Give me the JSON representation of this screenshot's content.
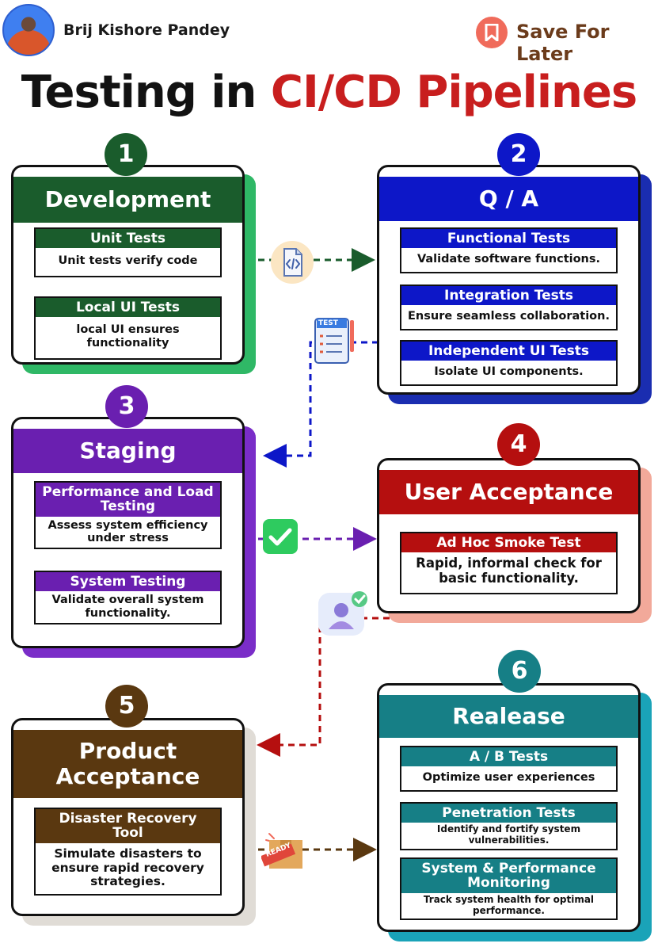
{
  "header": {
    "author": "Brij Kishore Pandey",
    "save_label": "Save For Later",
    "title_part1": "Testing in",
    "title_part2": "CI/CD Pipelines"
  },
  "stages": [
    {
      "number": "1",
      "title": "Development",
      "color": "#1a5c2c",
      "shadow": "#2fb866",
      "items": [
        {
          "title": "Unit Tests",
          "desc": "Unit tests verify code"
        },
        {
          "title": "Local UI Tests",
          "desc": "local UI ensures functionality"
        }
      ]
    },
    {
      "number": "2",
      "title": "Q / A",
      "color": "#0d17c8",
      "shadow": "#1a2db0",
      "items": [
        {
          "title": "Functional Tests",
          "desc": "Validate software functions."
        },
        {
          "title": "Integration Tests",
          "desc": "Ensure seamless collaboration."
        },
        {
          "title": "Independent UI Tests",
          "desc": "Isolate UI components."
        }
      ]
    },
    {
      "number": "3",
      "title": "Staging",
      "color": "#6a1fb0",
      "shadow": "#7a2dc8",
      "items": [
        {
          "title": "Performance and Load Testing",
          "desc": "Assess system efficiency under stress"
        },
        {
          "title": "System Testing",
          "desc": "Validate overall system functionality."
        }
      ]
    },
    {
      "number": "4",
      "title": "User Acceptance",
      "color": "#b50f0f",
      "shadow": "#f2a99a",
      "items": [
        {
          "title": "Ad Hoc Smoke Test",
          "desc": "Rapid, informal check for basic functionality."
        }
      ]
    },
    {
      "number": "5",
      "title": "Product Acceptance",
      "color": "#5a3810",
      "shadow": "#e0dcd6",
      "items": [
        {
          "title": "Disaster Recovery Tool",
          "desc": "Simulate disasters to ensure rapid recovery strategies."
        }
      ]
    },
    {
      "number": "6",
      "title": "Realease",
      "color": "#167f86",
      "shadow": "#1aa3b8",
      "items": [
        {
          "title": "A / B Tests",
          "desc": "Optimize user experiences"
        },
        {
          "title": "Penetration Tests",
          "desc": "Identify and fortify system vulnerabilities."
        },
        {
          "title": "System & Performance Monitoring",
          "desc": "Track system health for optimal performance."
        }
      ]
    }
  ],
  "icons": {
    "code_file": "code-file-icon",
    "test_doc": "test-document-icon",
    "test_doc_label": "TEST",
    "checkmark": "checkmark-icon",
    "user_check": "user-check-icon",
    "ready_box": "ready-box-icon",
    "ready_label": "READY"
  }
}
